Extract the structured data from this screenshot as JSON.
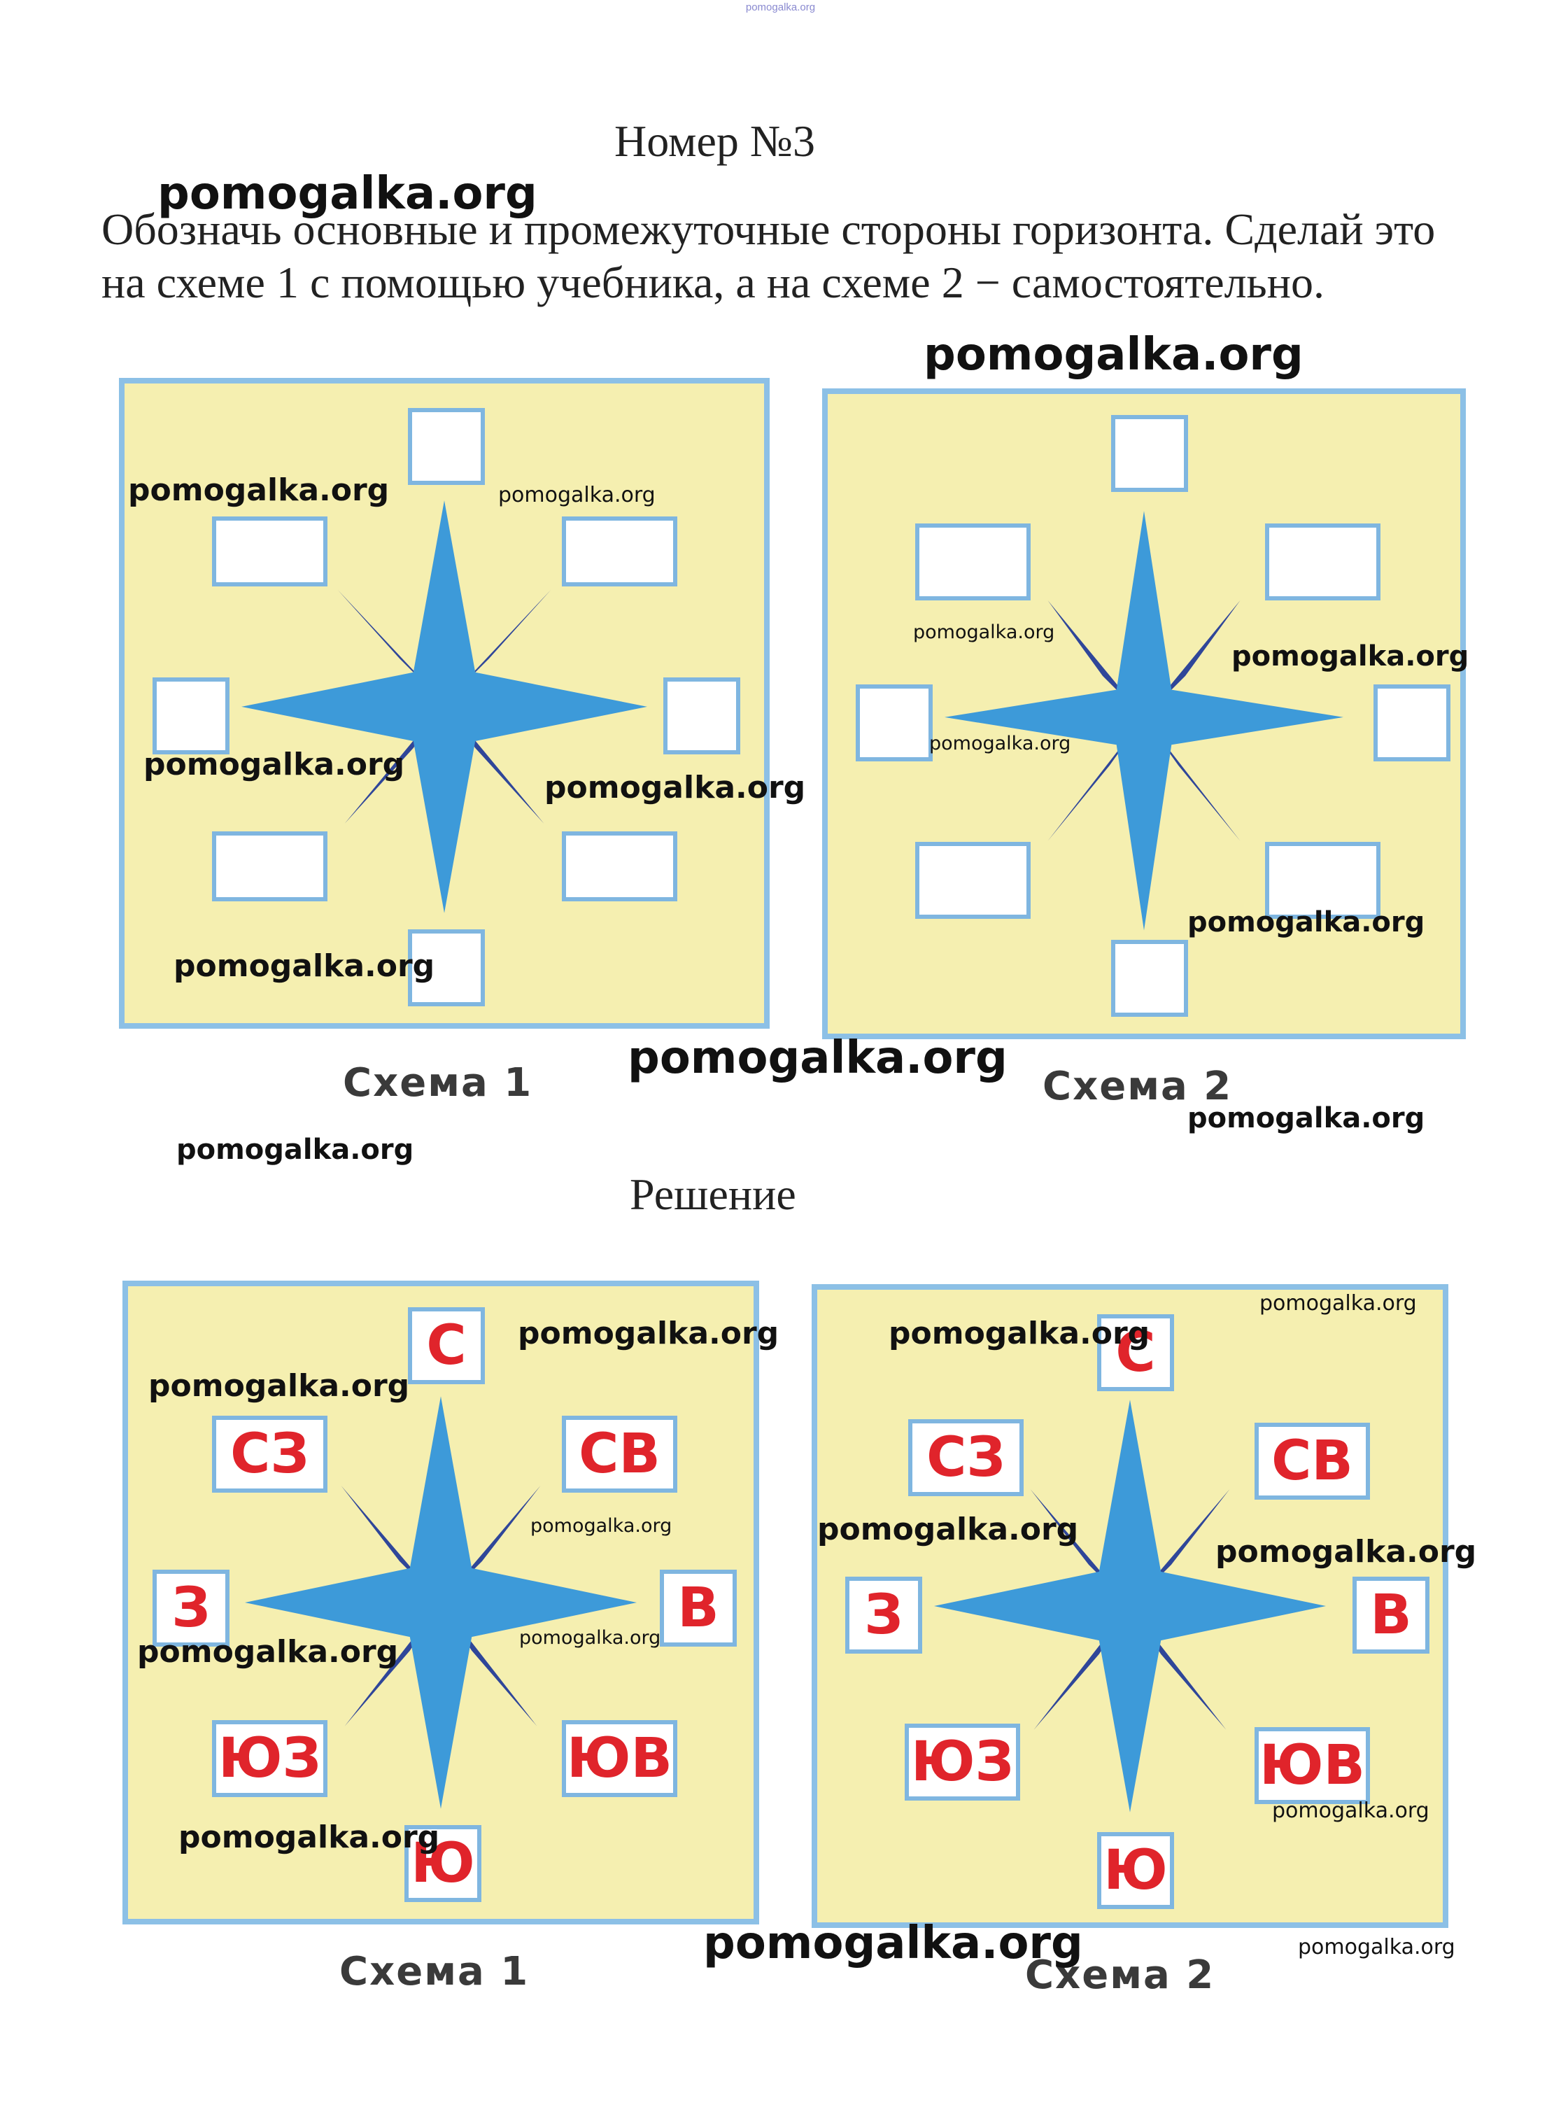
{
  "top_watermark": "pomogalka.org",
  "title": "Номер №3",
  "task_text": "Обозначь основные и промежуточные стороны горизонта. Сделай это на схеме 1 с помощью учебника, а на схеме 2 − самостоятельно.",
  "solution_title": "Решение",
  "caption_1": "Схема 1",
  "caption_2": "Схема 2",
  "watermark": "pomogalka.org",
  "directions": {
    "n": "С",
    "ne": "СВ",
    "e": "В",
    "se": "ЮВ",
    "s": "Ю",
    "sw": "ЮЗ",
    "w": "З",
    "nw": "СЗ"
  },
  "colors": {
    "background": "#f5efb0",
    "border": "#8cc0e6",
    "star_light": "#3d9ad9",
    "star_dark": "#2f4699",
    "label_red": "#e0242b"
  }
}
